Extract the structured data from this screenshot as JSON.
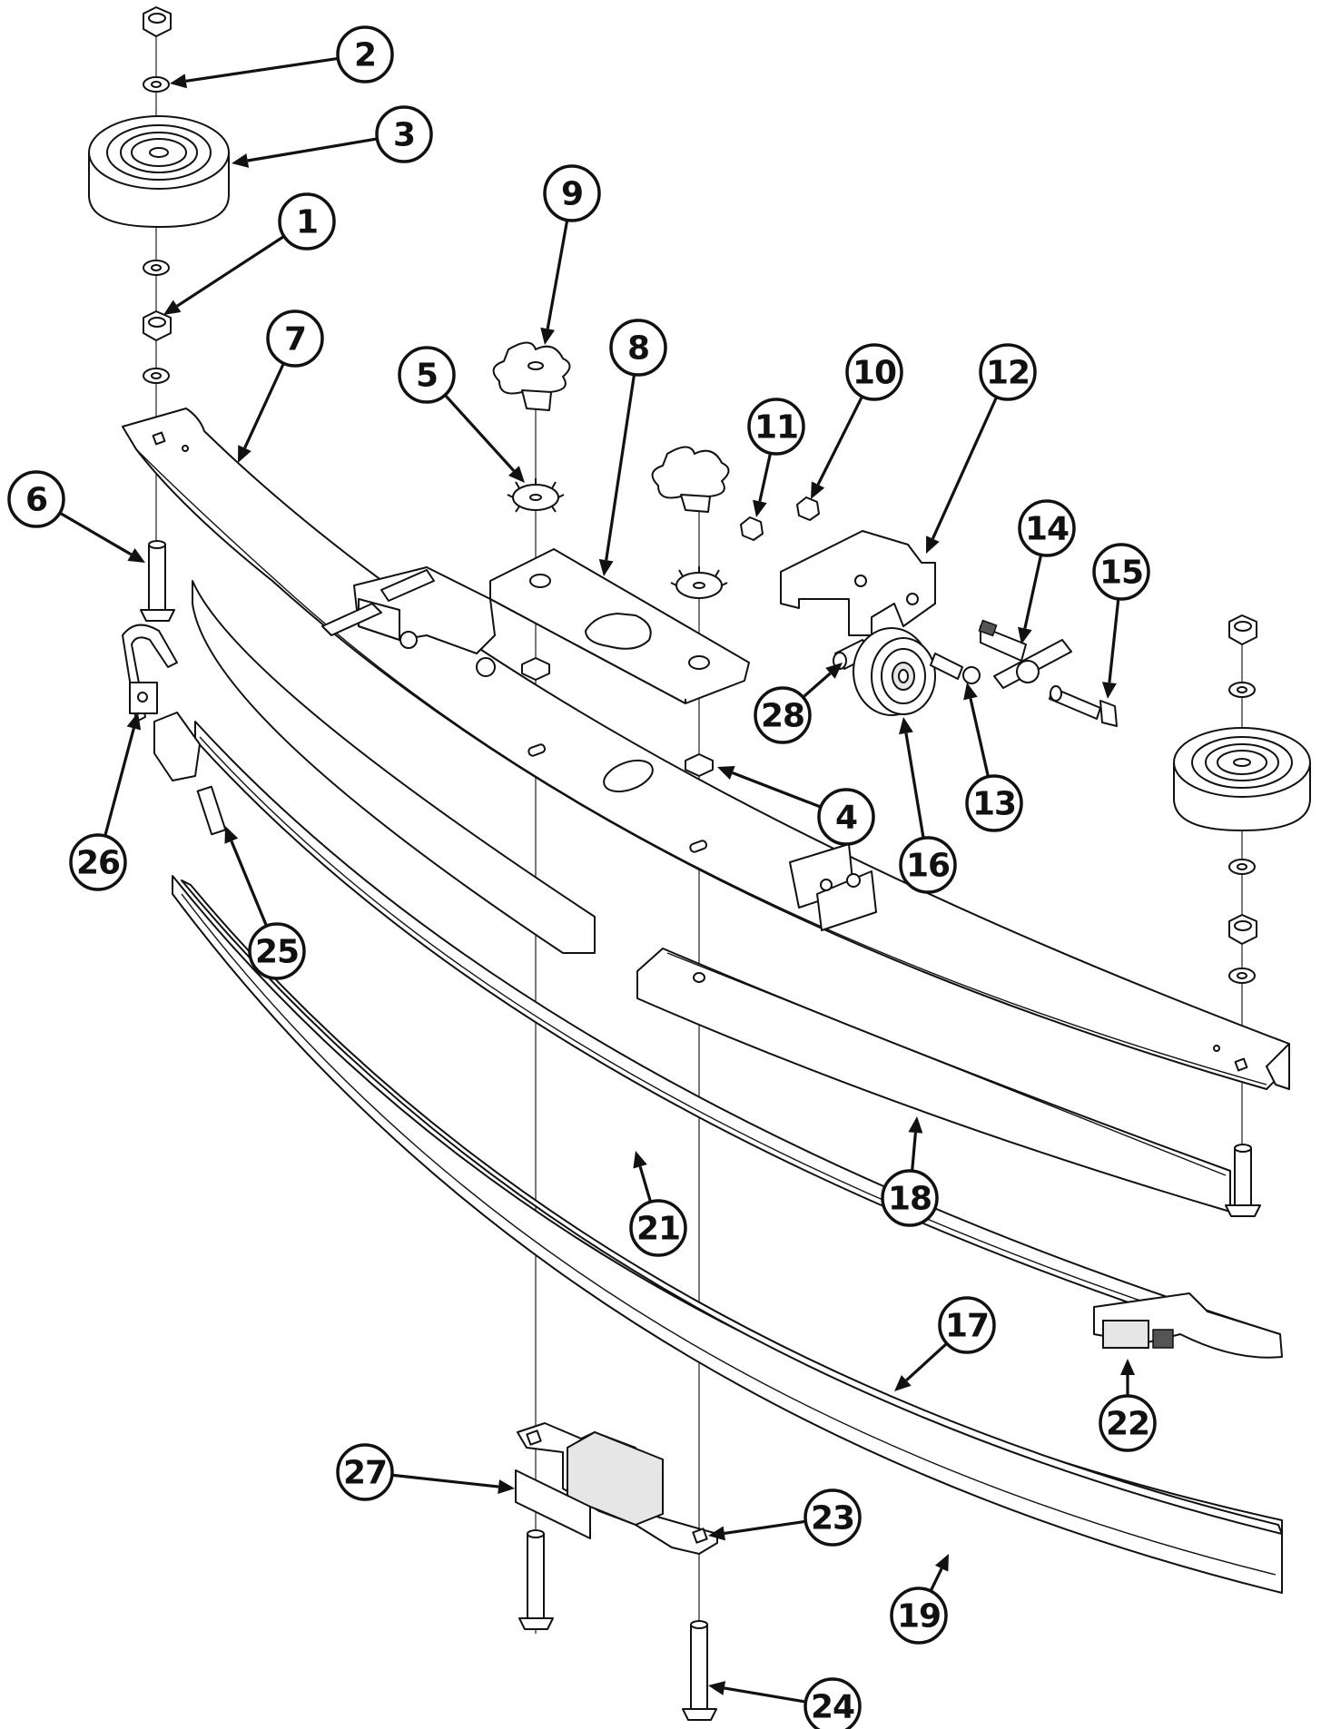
{
  "callouts": [
    {
      "id": "1",
      "label": "1"
    },
    {
      "id": "2",
      "label": "2"
    },
    {
      "id": "3",
      "label": "3"
    },
    {
      "id": "4",
      "label": "4"
    },
    {
      "id": "5",
      "label": "5"
    },
    {
      "id": "6",
      "label": "6"
    },
    {
      "id": "7",
      "label": "7"
    },
    {
      "id": "8",
      "label": "8"
    },
    {
      "id": "9",
      "label": "9"
    },
    {
      "id": "10",
      "label": "10"
    },
    {
      "id": "11",
      "label": "11"
    },
    {
      "id": "12",
      "label": "12"
    },
    {
      "id": "13",
      "label": "13"
    },
    {
      "id": "14",
      "label": "14"
    },
    {
      "id": "15",
      "label": "15"
    },
    {
      "id": "16",
      "label": "16"
    },
    {
      "id": "17",
      "label": "17"
    },
    {
      "id": "18",
      "label": "18"
    },
    {
      "id": "19",
      "label": "19"
    },
    {
      "id": "21",
      "label": "21"
    },
    {
      "id": "22",
      "label": "22"
    },
    {
      "id": "23",
      "label": "23"
    },
    {
      "id": "24",
      "label": "24"
    },
    {
      "id": "25",
      "label": "25"
    },
    {
      "id": "26",
      "label": "26"
    },
    {
      "id": "27",
      "label": "27"
    },
    {
      "id": "28",
      "label": "28"
    }
  ]
}
